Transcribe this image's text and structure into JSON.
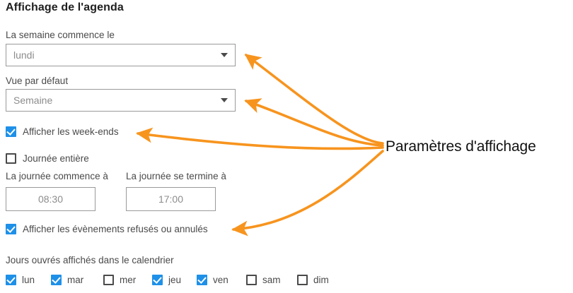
{
  "page": {
    "title": "Affichage de l'agenda"
  },
  "fields": {
    "week_start": {
      "label": "La semaine commence le",
      "value": "lundi",
      "caret_icon": "chevron-down-icon"
    },
    "default_view": {
      "label": "Vue par défaut",
      "value": "Semaine",
      "caret_icon": "chevron-down-icon"
    },
    "day_start": {
      "label": "La journée commence à",
      "value": "08:30"
    },
    "day_end": {
      "label": "La journée se termine à",
      "value": "17:00"
    }
  },
  "checkboxes": {
    "show_weekends": {
      "label": "Afficher les week-ends",
      "checked": true
    },
    "all_day": {
      "label": "Journée entière",
      "checked": false
    },
    "show_declined": {
      "label": "Afficher les évènements refusés ou annulés",
      "checked": true
    }
  },
  "workdays": {
    "label": "Jours ouvrés affichés dans le calendrier",
    "days": [
      {
        "label": "lun",
        "checked": true
      },
      {
        "label": "mar",
        "checked": true
      },
      {
        "label": "mer",
        "checked": false
      },
      {
        "label": "jeu",
        "checked": true
      },
      {
        "label": "ven",
        "checked": true
      },
      {
        "label": "sam",
        "checked": false
      },
      {
        "label": "dim",
        "checked": false
      }
    ]
  },
  "annotation": {
    "text": "Paramètres d'affichage",
    "color": "#F7941E",
    "arrow_count": 4,
    "targets": [
      "week-start-select",
      "default-view-select",
      "show-weekends-checkbox",
      "show-declined-checkbox"
    ]
  },
  "colors": {
    "accent_blue": "#1E90E8",
    "annotation_orange": "#F7941E",
    "text": "#4A4A4A",
    "heading": "#1F1F1F",
    "border": "#9A9A9A",
    "placeholder": "#8C8C8C"
  }
}
